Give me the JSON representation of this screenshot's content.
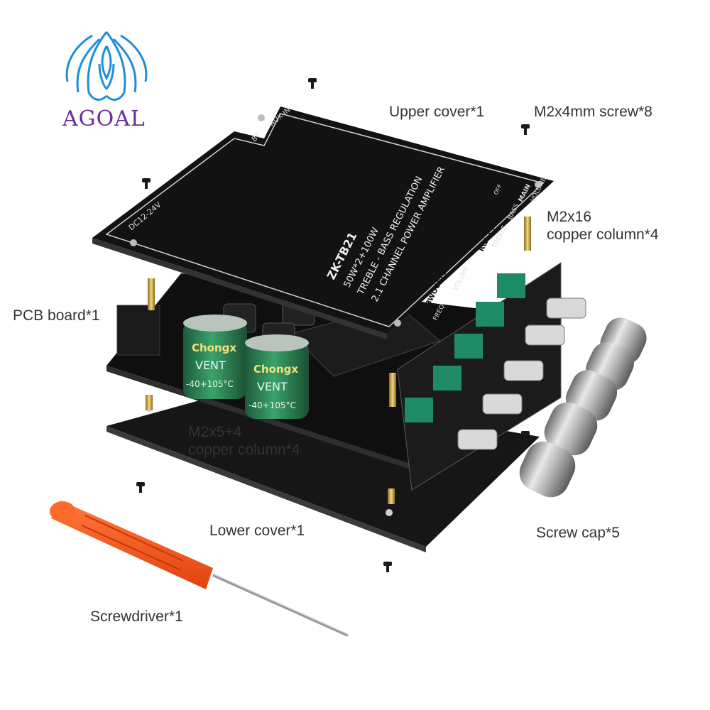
{
  "brand": {
    "name": "AGOAL",
    "logo_color": "#1e8ed8",
    "text_color": "#6a2aa0"
  },
  "labels": {
    "upper_cover": "Upper cover*1",
    "screw_m2x4": "M2x4mm screw*8",
    "copper_m2x16_line1": "M2x16",
    "copper_m2x16_line2": "copper column*4",
    "pcb_board": "PCB board*1",
    "copper_m2x5_line1": "M2x5+4",
    "copper_m2x5_line2": "copper column*4",
    "lower_cover": "Lower cover*1",
    "screw_cap": "Screw cap*5",
    "screwdriver": "Screwdriver*1"
  },
  "upper_cover_print": {
    "model": "ZK-TB21",
    "power": "50W*2+100W",
    "regulation": "TREBLE - BASS REGULATION",
    "amplifier": "2.1 CHANNEL POWER AMPLIFIER",
    "dc": "DC12-24V",
    "aux": "AUX-IN",
    "bt": "BT",
    "subwoofer": "SUBWOOFER",
    "freq": "FREQ",
    "volume": "VOLUME",
    "rl_channel": "R&L CHANNEL",
    "treble": "TREBLE",
    "bass": "BASS",
    "main": "MAIN",
    "main_volume": "VOLUME",
    "off": "OFF"
  },
  "capacitor_print": {
    "brand": "Chongx",
    "series": "VENT",
    "temp": "-40+105°C"
  }
}
